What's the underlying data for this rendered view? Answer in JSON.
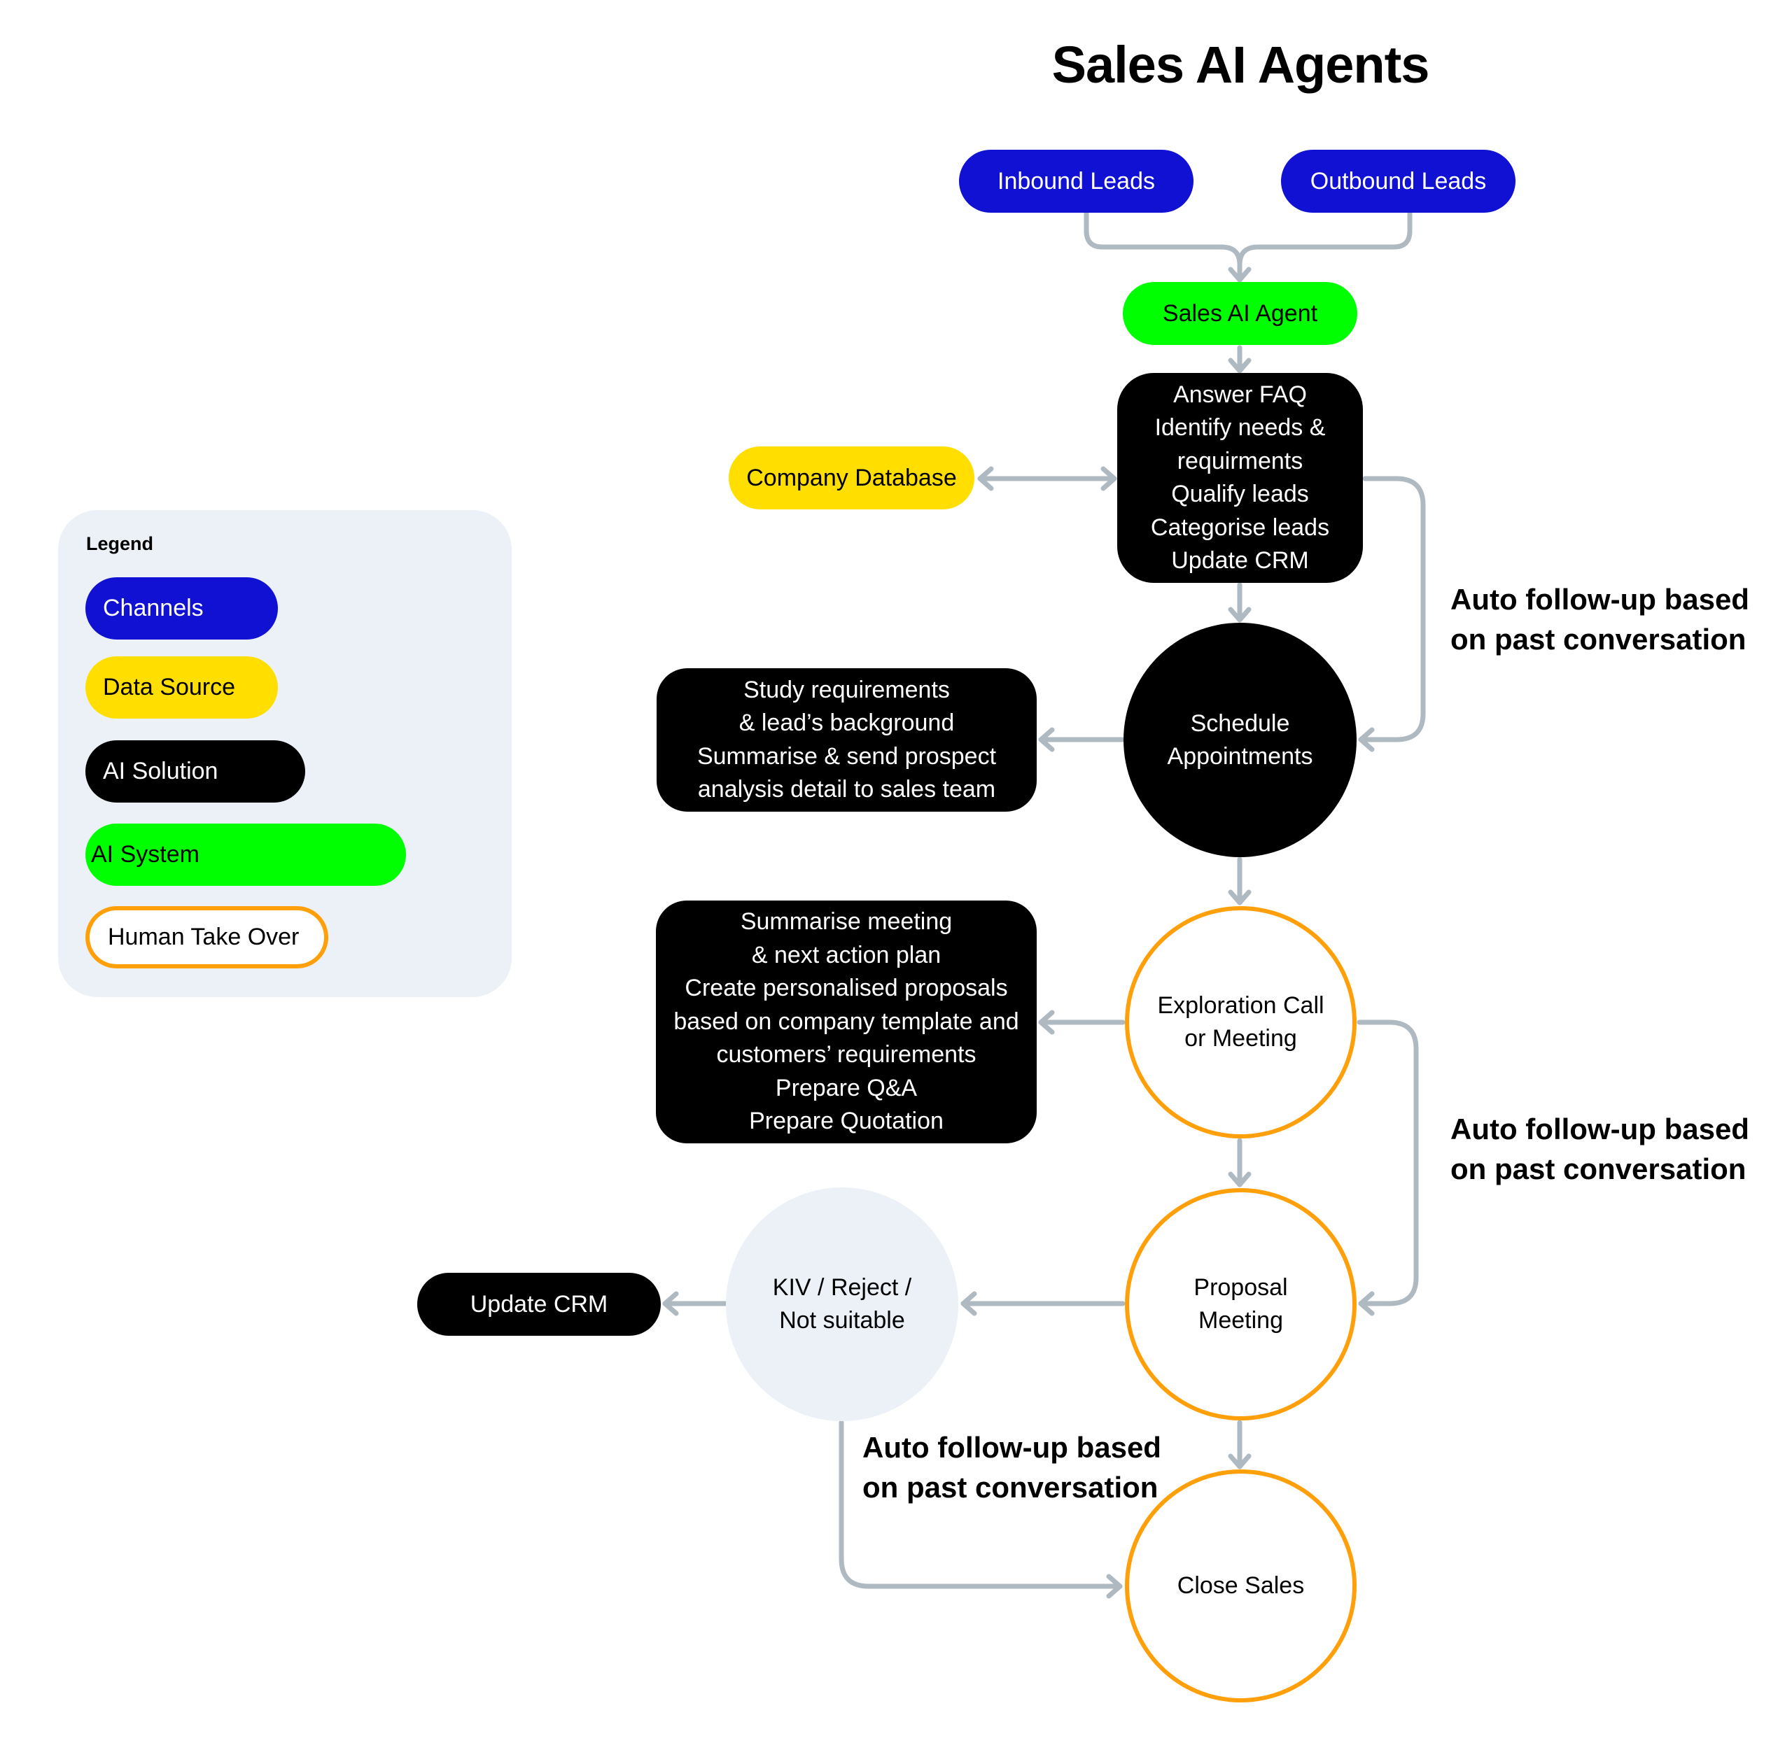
{
  "title": "Sales AI Agents",
  "colors": {
    "channel": "#1111D3",
    "data_source": "#FFDE00",
    "ai_solution": "#000000",
    "ai_system": "#00FF00",
    "human_take_over": "#FF9F0A",
    "connector": "#AEB9C1",
    "legend_bg": "#ECF1F8"
  },
  "nodes": {
    "inbound_leads": "Inbound Leads",
    "outbound_leads": "Outbound Leads",
    "sales_ai_agent": "Sales AI Agent",
    "company_database": "Company Database",
    "agent_tasks": [
      "Answer FAQ",
      "Identify needs &",
      "requirments",
      "Qualify leads",
      "Categorise leads",
      "Update CRM"
    ],
    "schedule_appointments": [
      "Schedule",
      "Appointments"
    ],
    "study_tasks": [
      "Study requirements",
      "& lead’s background",
      "Summarise & send prospect",
      "analysis detail to sales team"
    ],
    "exploration_call": [
      "Exploration Call",
      "or Meeting"
    ],
    "meeting_tasks": [
      "Summarise meeting",
      "& next action plan",
      "Create personalised proposals",
      "based on company template and",
      "customers’ requirements",
      "Prepare Q&A",
      "Prepare Quotation"
    ],
    "proposal_meeting": [
      "Proposal",
      "Meeting"
    ],
    "kiv_reject": [
      "KIV / Reject /",
      "Not suitable"
    ],
    "update_crm": "Update CRM",
    "close_sales": "Close Sales"
  },
  "notes": {
    "followup_1": [
      "Auto follow-up based",
      "on past conversation"
    ],
    "followup_2": [
      "Auto follow-up based",
      "on past conversation"
    ],
    "followup_3": [
      "Auto follow-up based",
      "on past conversation"
    ]
  },
  "legend": {
    "title": "Legend",
    "items": [
      {
        "label": "Channels",
        "kind": "channel"
      },
      {
        "label": "Data Source",
        "kind": "data_source"
      },
      {
        "label": "AI Solution",
        "kind": "ai_solution"
      },
      {
        "label": "AI System",
        "kind": "ai_system"
      },
      {
        "label": "Human Take Over",
        "kind": "human_take_over"
      }
    ]
  }
}
